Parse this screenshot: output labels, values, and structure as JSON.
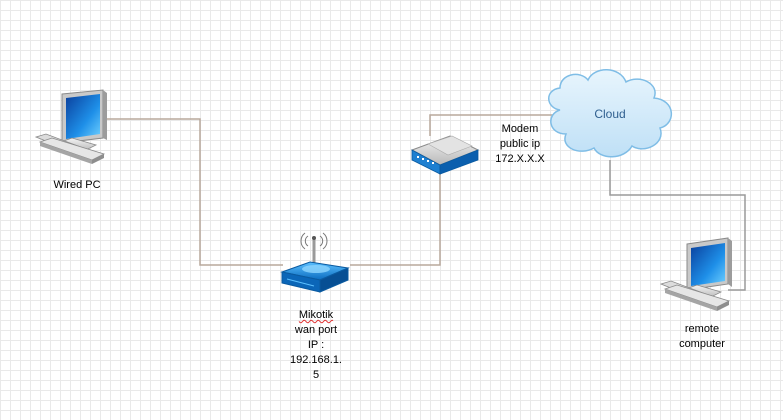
{
  "nodes": {
    "wired_pc": {
      "label": "Wired PC"
    },
    "mikrotik": {
      "label_lines": [
        "Mikotik",
        "wan port",
        "IP :",
        "192.168.1.",
        "5"
      ]
    },
    "modem": {
      "label_lines": [
        "Modem",
        "public ip",
        "172.X.X.X"
      ]
    },
    "cloud": {
      "label": "Cloud"
    },
    "remote_computer": {
      "label_lines": [
        "remote",
        "computer"
      ]
    }
  },
  "colors": {
    "link_brown": "#b8a89c",
    "link_gray": "#9a9a9a",
    "device_blue": "#1e90e0",
    "cloud_fill": "#cfe8f8",
    "cloud_stroke": "#7fbde6"
  }
}
